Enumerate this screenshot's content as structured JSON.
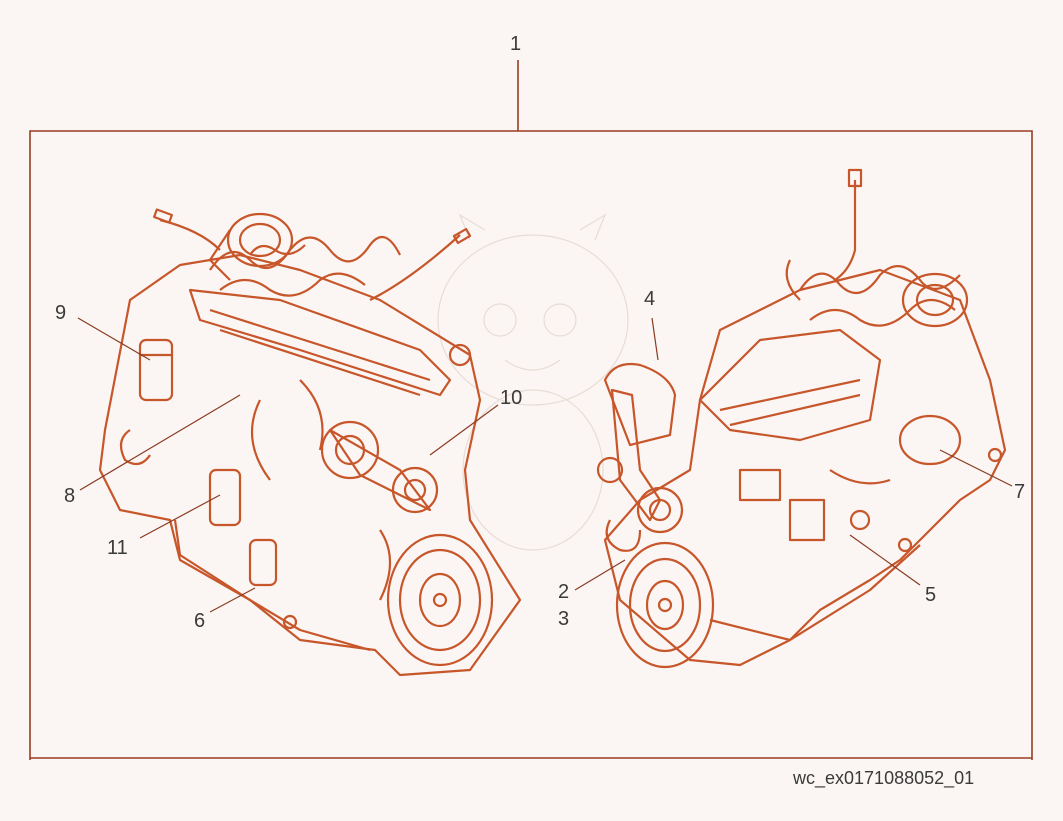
{
  "figure": {
    "id_label": "wc_ex0171088052_01",
    "line_color": "#c7562b",
    "frame_color": "#9a3c22",
    "leader_color": "#8a3b22",
    "background": "#fbf6f3"
  },
  "callouts": {
    "c1": "1",
    "c2": "2",
    "c3": "3",
    "c4": "4",
    "c5": "5",
    "c6": "6",
    "c7": "7",
    "c8": "8",
    "c9": "9",
    "c10": "10",
    "c11": "11"
  },
  "views": {
    "left": {
      "icon": "engine-front-left-view"
    },
    "right": {
      "icon": "engine-rear-right-view"
    }
  }
}
